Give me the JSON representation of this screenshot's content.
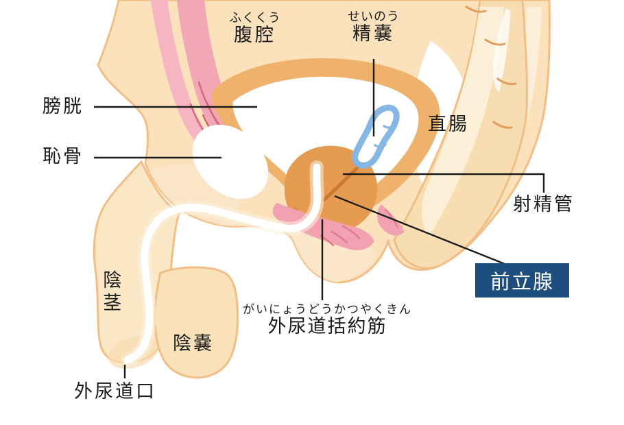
{
  "diagram": {
    "description_language": "ja",
    "labels": {
      "abdominal_cavity": {
        "furigana": "ふくくう",
        "text": "腹腔"
      },
      "seminal_vesicle": {
        "furigana": "せいのう",
        "text": "精嚢"
      },
      "bladder": {
        "text": "膀胱"
      },
      "pubic_bone": {
        "text": "恥骨"
      },
      "rectum": {
        "text": "直腸"
      },
      "ejaculatory_duct": {
        "text": "射精管"
      },
      "prostate": {
        "text": "前立腺"
      },
      "external_urethral_sphincter": {
        "furigana": "がいにょうどうかつやくきん",
        "text": "外尿道括約筋"
      },
      "penis": {
        "text": "陰茎"
      },
      "scrotum": {
        "text": "陰嚢"
      },
      "external_urethral_opening": {
        "text": "外尿道口"
      }
    },
    "colors": {
      "background": "#ffffff",
      "body_fill": "#fbe2bc",
      "body_outline": "#f2be85",
      "body_light": "#faeacf",
      "bladder_wall": "#efb26c",
      "prostate_fill": "#e59b52",
      "prostate_shade": "#dc8c43",
      "seminal_vesicle_outline": "#85b6e4",
      "muscle_pink": "#f2a7b4",
      "muscle_pink_dark": "#d4697e",
      "rectum_hatch": "#e29b5b",
      "prostate_label_box": "#1d4e7d",
      "label_text": "#1b1b1b",
      "leader_line": "#1b1b1b"
    }
  }
}
